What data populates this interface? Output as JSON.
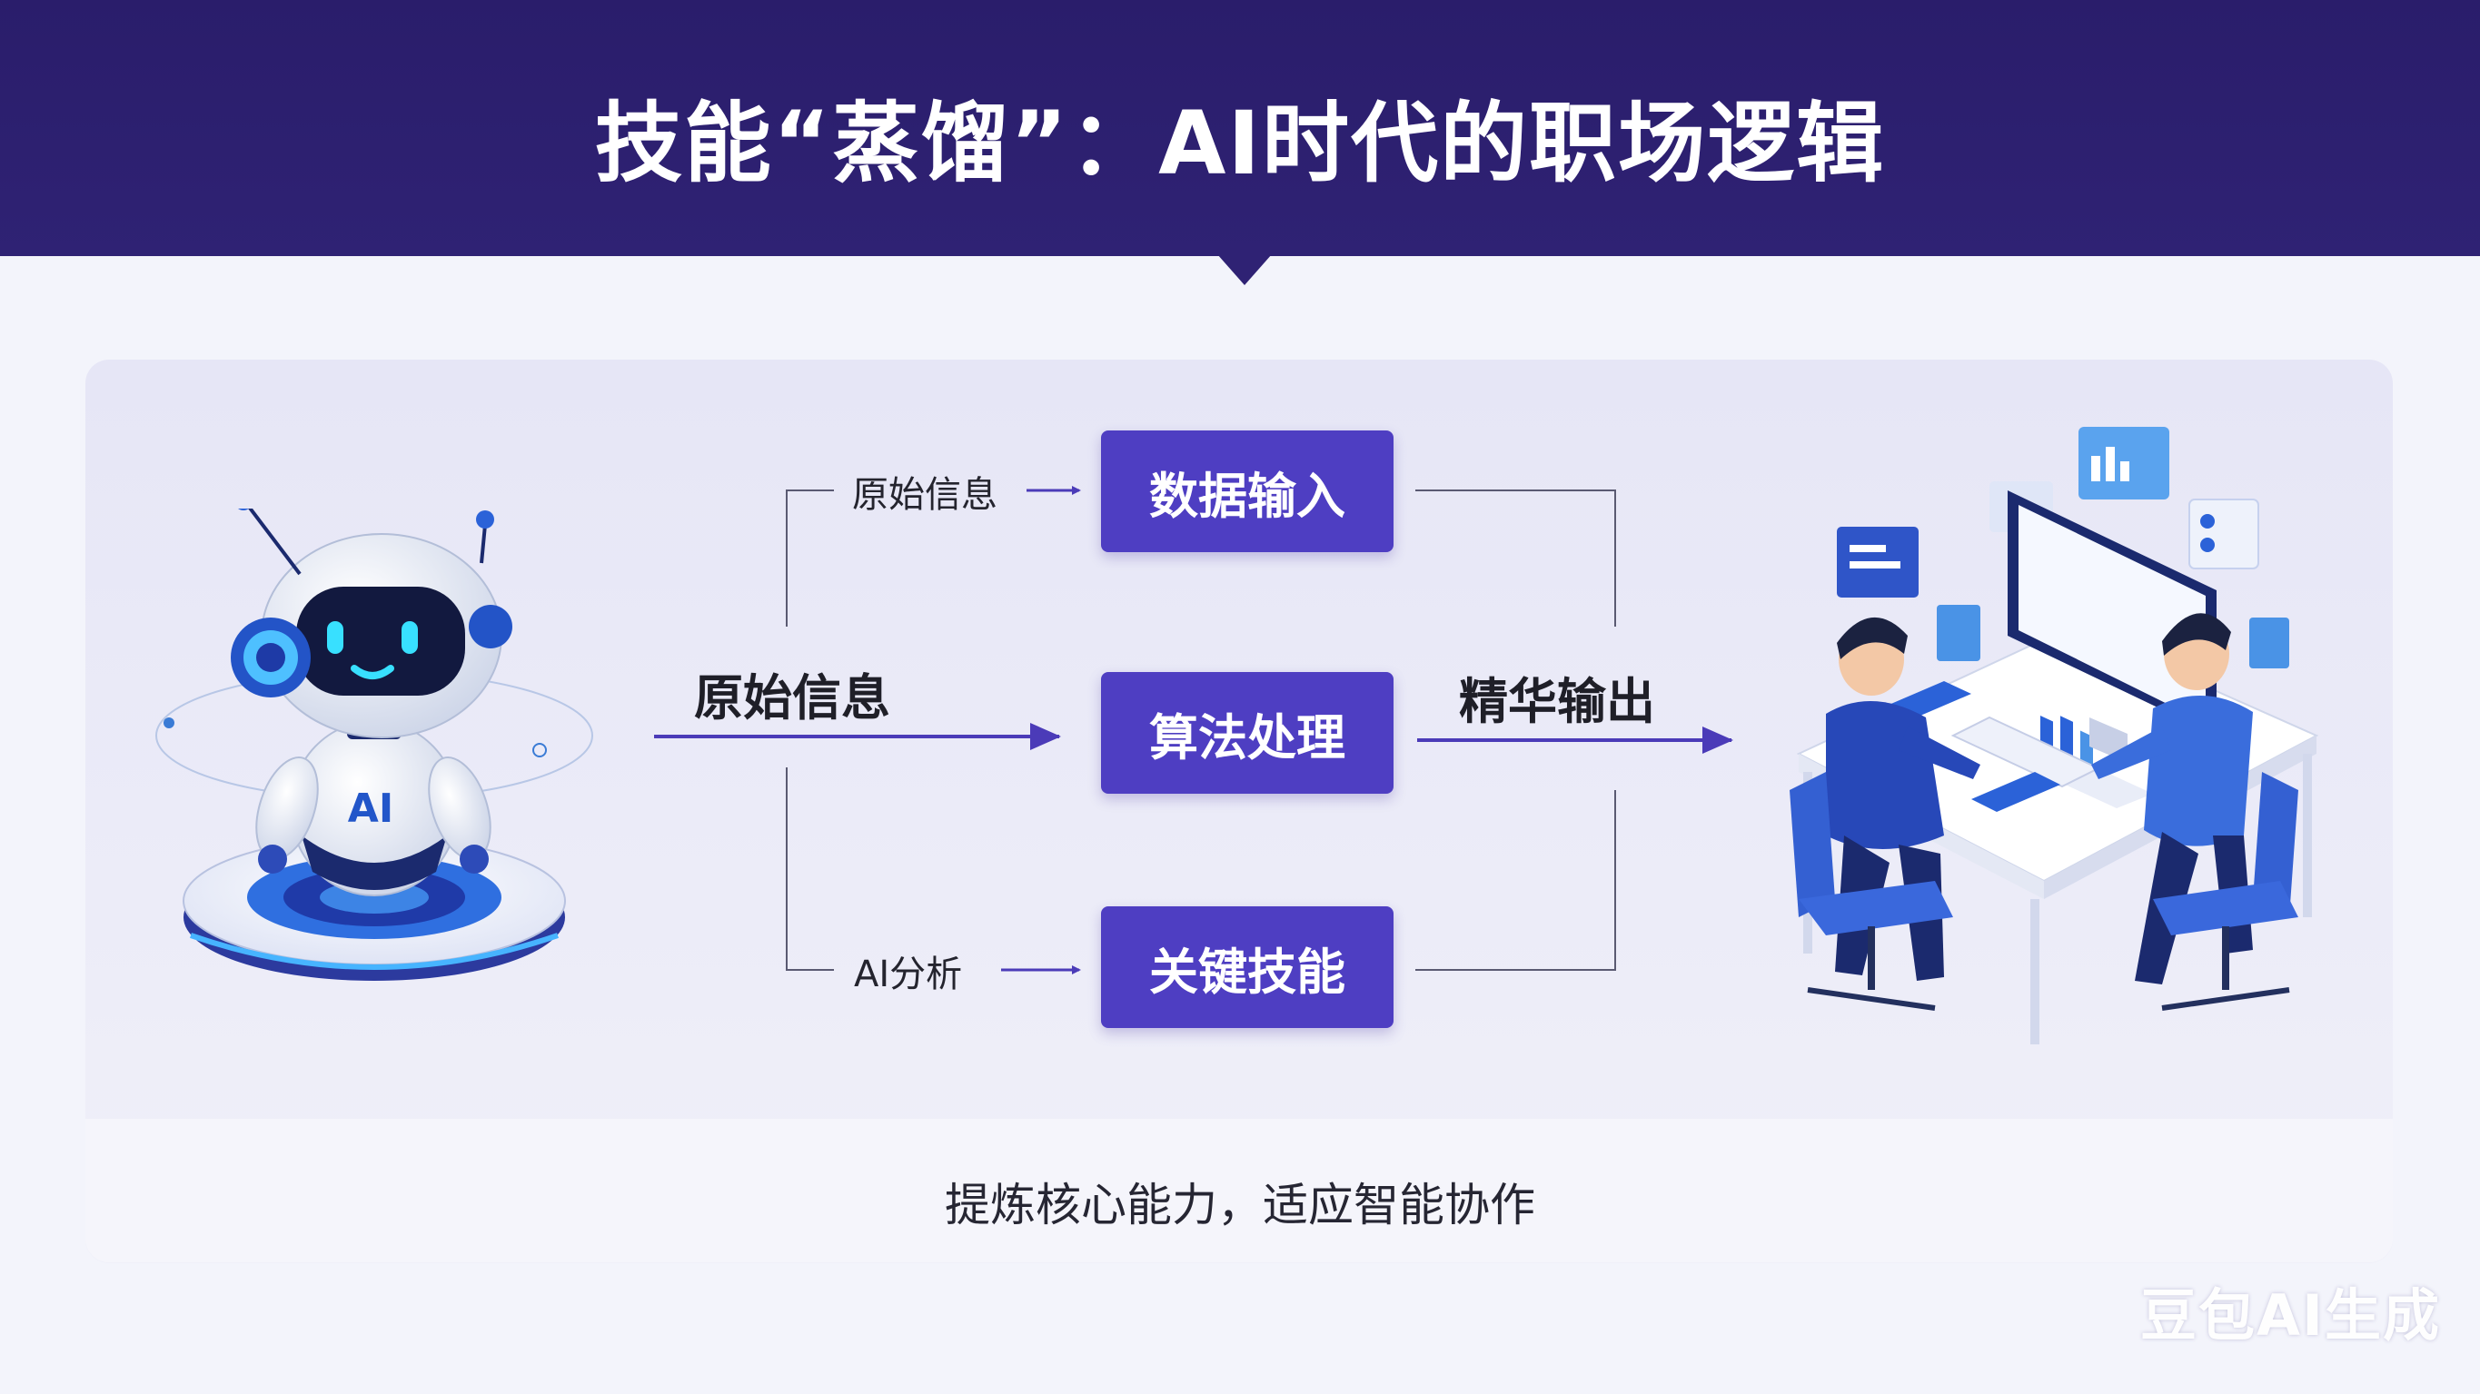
{
  "header": {
    "title": "技能“蒸馏”：AI时代的职场逻辑"
  },
  "flow": {
    "top_input_label": "原始信息",
    "main_input_label": "原始信息",
    "bottom_input_label": "AI分析",
    "box_top": "数据输入",
    "box_middle": "算法处理",
    "box_bottom": "关键技能",
    "output_label": "精华输出"
  },
  "robot": {
    "chest_badge": "AI"
  },
  "caption": "提炼核心能力，适应智能协作",
  "watermark": "豆包AI生成",
  "colors": {
    "header_bg": "#2f2274",
    "accent": "#4e3ec2",
    "panel_bg": "#e8e8f6",
    "arrow": "#4b3bb8"
  }
}
